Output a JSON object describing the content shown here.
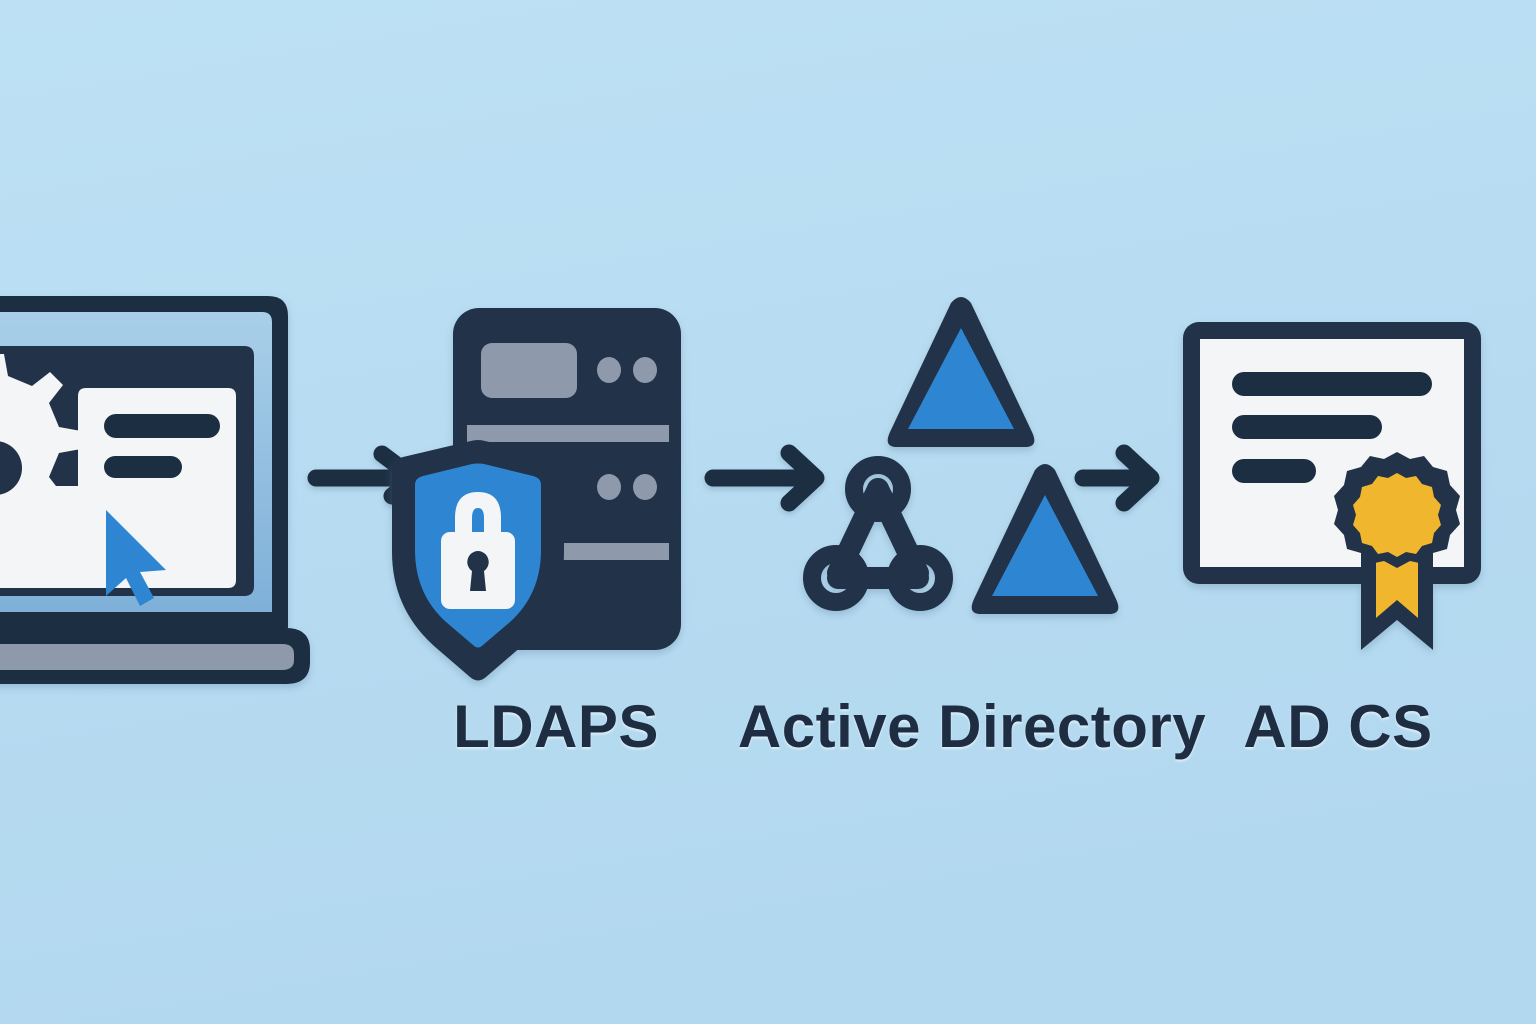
{
  "diagram": {
    "title": "LDAPS to Active Directory to AD CS flow",
    "background_color": "#b8dcf2",
    "palette": {
      "background": "#b8dcf2",
      "ink": "#1e2d42",
      "ink_dark": "#22314a",
      "blue_accent": "#2d86d3",
      "blue_light": "#7fb5dd",
      "gray": "#8e9aab",
      "gray_light": "#98a4b4",
      "white": "#f4f5f6",
      "gold": "#f0b72e",
      "highlight": "#ffffff"
    },
    "nodes": [
      {
        "id": "client",
        "label": "",
        "icon": "laptop-settings-icon",
        "description": "Laptop showing a gear, a settings panel and a mouse cursor"
      },
      {
        "id": "ldaps",
        "label": "LDAPS",
        "icon": "server-shield-lock-icon",
        "description": "Server rack with a blue shield and white padlock overlay"
      },
      {
        "id": "active-directory",
        "label": "Active Directory",
        "icon": "active-directory-icon",
        "description": "Two blue triangles with a node graph triangle"
      },
      {
        "id": "ad-cs",
        "label": "AD CS",
        "icon": "certificate-seal-icon",
        "description": "Certificate document with a gold award seal and ribbon"
      }
    ],
    "connectors": [
      {
        "id": "arrow-client-to-ldaps",
        "from": "client",
        "to": "ldaps",
        "style": "arrow-right"
      },
      {
        "id": "arrow-ldaps-to-ad",
        "from": "ldaps",
        "to": "active-directory",
        "style": "arrow-right"
      },
      {
        "id": "arrow-ad-to-adcs",
        "from": "active-directory",
        "to": "ad-cs",
        "style": "arrow-right"
      }
    ]
  }
}
